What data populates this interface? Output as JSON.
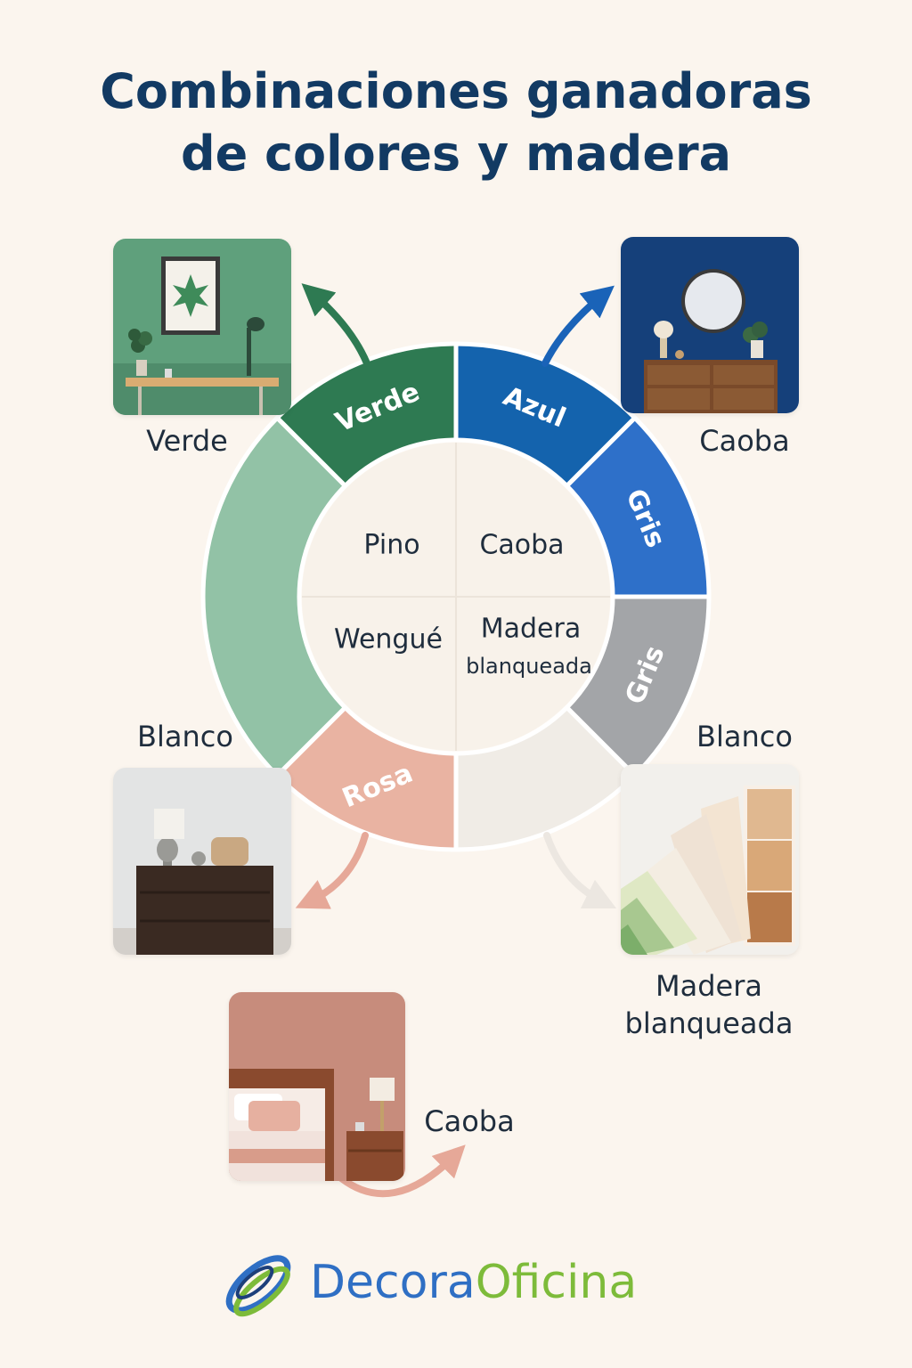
{
  "title": {
    "line1": "Combinaciones ganadoras",
    "line2": "de colores y madera"
  },
  "colors": {
    "background": "#fbf5ee",
    "title": "#123a63",
    "verde_dark": "#2e7a52",
    "verde_light": "#92c2a6",
    "azul": "#1463ad",
    "gris_azul": "#2e70c9",
    "gris": "#a3a5a8",
    "blanco": "#f0ece6",
    "rosa": "#e9b3a2",
    "center": "#f8f2ea"
  },
  "wheel": {
    "ring": [
      {
        "label": "Verde",
        "name": "ring-segment-verde",
        "color": "#2e7a52",
        "fill": "#2e7a52",
        "text_color": "#ffffff"
      },
      {
        "label": "Azul",
        "name": "ring-segment-azul",
        "color": "#1463ad",
        "fill": "#1463ad",
        "text_color": "#ffffff"
      },
      {
        "label": "Gris",
        "name": "ring-segment-gris-azul",
        "color": "#2e70c9",
        "fill": "#2e70c9",
        "text_color": "#ffffff"
      },
      {
        "label": "Gris",
        "name": "ring-segment-gris",
        "color": "#a3a5a8",
        "fill": "#a3a5a8",
        "text_color": "#ffffff"
      },
      {
        "label": "",
        "name": "ring-segment-blanco",
        "color": "#f0ece6",
        "fill": "#f0ece6",
        "text_color": "#ffffff"
      },
      {
        "label": "Rosa",
        "name": "ring-segment-rosa",
        "color": "#e9b3a2",
        "fill": "#e9b3a2",
        "text_color": "#ffffff"
      },
      {
        "label": "",
        "name": "ring-segment-verde-claro",
        "color": "#92c2a6",
        "fill": "#92c2a6",
        "text_color": "#ffffff"
      }
    ],
    "center": [
      {
        "label": "Pino",
        "name": "center-pino"
      },
      {
        "label": "Caoba",
        "name": "center-caoba"
      },
      {
        "label": "Wengué",
        "name": "center-wengue"
      },
      {
        "label": "Madera",
        "label2": "blanqueada",
        "name": "center-madera-blanqueada"
      }
    ]
  },
  "captions": {
    "verde": "Verde",
    "caoba_top": "Caoba",
    "blanco_left": "Blanco",
    "blanco_right": "Blanco",
    "madera_line1": "Madera",
    "madera_line2": "blanqueada",
    "caoba_bottom": "Caoba"
  },
  "logo": {
    "part1": "Decora",
    "part2": "Oficina"
  }
}
